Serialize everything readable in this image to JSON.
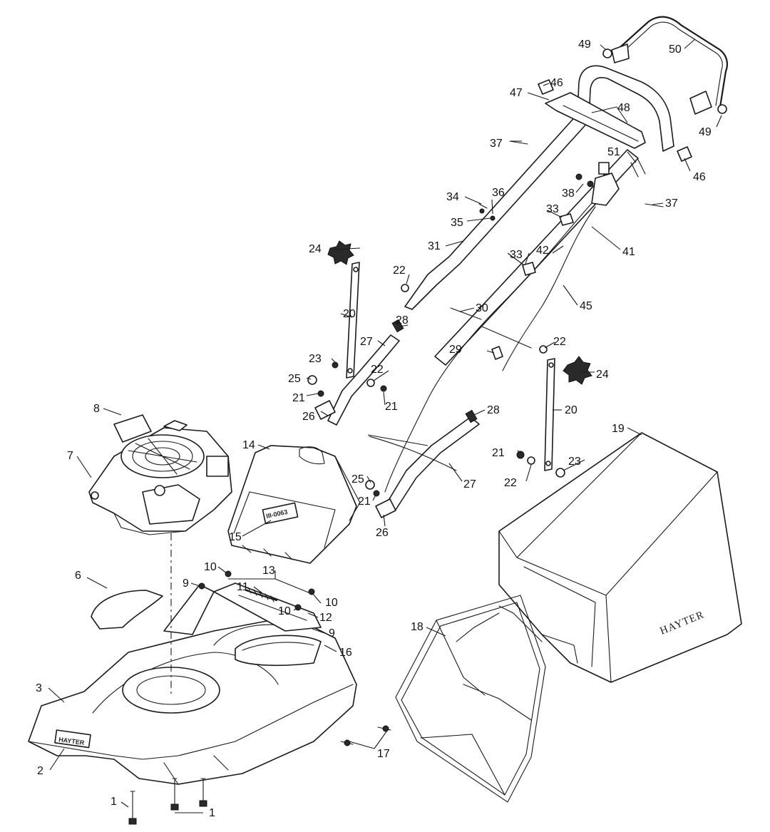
{
  "diagram": {
    "brand_large": "HAYTER",
    "brand_small": "HAYTER",
    "tag_code": "III-0063",
    "callouts": [
      {
        "id": "c1a",
        "text": "1"
      },
      {
        "id": "c1b",
        "text": "1"
      },
      {
        "id": "c2",
        "text": "2"
      },
      {
        "id": "c3",
        "text": "3"
      },
      {
        "id": "c6",
        "text": "6"
      },
      {
        "id": "c7",
        "text": "7"
      },
      {
        "id": "c8",
        "text": "8"
      },
      {
        "id": "c9a",
        "text": "9"
      },
      {
        "id": "c9b",
        "text": "9"
      },
      {
        "id": "c10a",
        "text": "10"
      },
      {
        "id": "c10b",
        "text": "10"
      },
      {
        "id": "c10c",
        "text": "10"
      },
      {
        "id": "c11",
        "text": "11"
      },
      {
        "id": "c12",
        "text": "12"
      },
      {
        "id": "c13",
        "text": "13"
      },
      {
        "id": "c14",
        "text": "14"
      },
      {
        "id": "c15",
        "text": "15"
      },
      {
        "id": "c16",
        "text": "16"
      },
      {
        "id": "c17",
        "text": "17"
      },
      {
        "id": "c18",
        "text": "18"
      },
      {
        "id": "c19",
        "text": "19"
      },
      {
        "id": "c20a",
        "text": "20"
      },
      {
        "id": "c20b",
        "text": "20"
      },
      {
        "id": "c21a",
        "text": "21"
      },
      {
        "id": "c21b",
        "text": "21"
      },
      {
        "id": "c21c",
        "text": "21"
      },
      {
        "id": "c21d",
        "text": "21"
      },
      {
        "id": "c22a",
        "text": "22"
      },
      {
        "id": "c22b",
        "text": "22"
      },
      {
        "id": "c22c",
        "text": "22"
      },
      {
        "id": "c22d",
        "text": "22"
      },
      {
        "id": "c23a",
        "text": "23"
      },
      {
        "id": "c23b",
        "text": "23"
      },
      {
        "id": "c24a",
        "text": "24"
      },
      {
        "id": "c24b",
        "text": "24"
      },
      {
        "id": "c25a",
        "text": "25"
      },
      {
        "id": "c25b",
        "text": "25"
      },
      {
        "id": "c26a",
        "text": "26"
      },
      {
        "id": "c26b",
        "text": "26"
      },
      {
        "id": "c27a",
        "text": "27"
      },
      {
        "id": "c27b",
        "text": "27"
      },
      {
        "id": "c28a",
        "text": "28"
      },
      {
        "id": "c28b",
        "text": "28"
      },
      {
        "id": "c29",
        "text": "29"
      },
      {
        "id": "c30",
        "text": "30"
      },
      {
        "id": "c31",
        "text": "31"
      },
      {
        "id": "c33a",
        "text": "33"
      },
      {
        "id": "c33b",
        "text": "33"
      },
      {
        "id": "c34",
        "text": "34"
      },
      {
        "id": "c35",
        "text": "35"
      },
      {
        "id": "c36",
        "text": "36"
      },
      {
        "id": "c37a",
        "text": "37"
      },
      {
        "id": "c37b",
        "text": "37"
      },
      {
        "id": "c38",
        "text": "38"
      },
      {
        "id": "c41",
        "text": "41"
      },
      {
        "id": "c42",
        "text": "42"
      },
      {
        "id": "c45",
        "text": "45"
      },
      {
        "id": "c46a",
        "text": "46"
      },
      {
        "id": "c46b",
        "text": "46"
      },
      {
        "id": "c47",
        "text": "47"
      },
      {
        "id": "c48",
        "text": "48"
      },
      {
        "id": "c49a",
        "text": "49"
      },
      {
        "id": "c49b",
        "text": "49"
      },
      {
        "id": "c50",
        "text": "50"
      },
      {
        "id": "c51",
        "text": "51"
      }
    ]
  }
}
